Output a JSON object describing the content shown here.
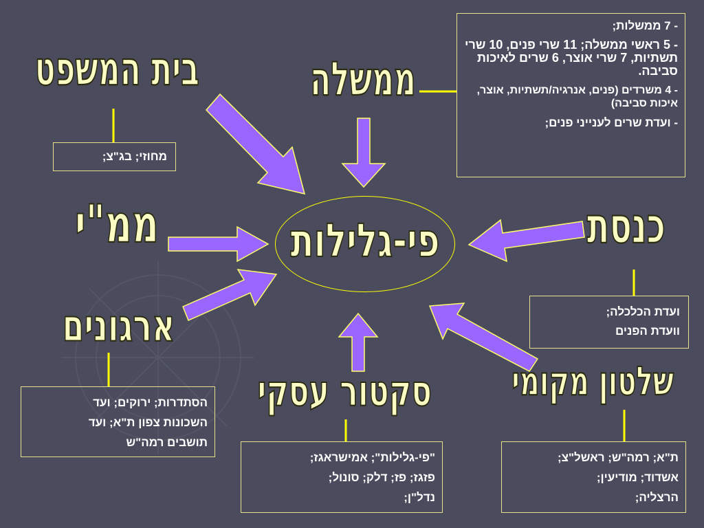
{
  "center": {
    "title": "פי-גלילות"
  },
  "nodes": {
    "government": {
      "title": "ממשלה",
      "items": [
        "- 7 ממשלות;",
        "- 5 ראשי ממשלה;  11 שרי פנים, 10 שרי תשתיות, 7 שרי אוצר, 6 שרים לאיכות סביבה.",
        "- 4 משרדים (פנים, אנרגיה/תשתיות, אוצר, איכות סביבה)",
        "- ועדת שרים לענייני פנים;"
      ]
    },
    "court": {
      "title": "בית המשפט",
      "box": "מחוזי; בג\"צ;"
    },
    "mmy": {
      "title": "ממ\"י"
    },
    "knesset": {
      "title": "כנסת",
      "box_lines": [
        "ועדת הכלכלה;",
        "וועדת הפנים"
      ]
    },
    "organizations": {
      "title": "ארגונים",
      "box_lines": [
        "הסתדרות; ירוקים; ועד",
        "השכונות צפון ת\"א; ועד",
        "תושבים רמה\"ש"
      ]
    },
    "business": {
      "title": "סקטור עסקי",
      "box_lines": [
        "\"פי-גלילות\"; אמישראגז;",
        "פזגז; פז; דלק; סונול;",
        "נדל\"ן;"
      ]
    },
    "local": {
      "title": "שלטון מקומי",
      "box_lines": [
        "ת\"א; רמה\"ש; ראשל\"צ;",
        "אשדוד; מודיעין;",
        "הרצליה;"
      ]
    }
  },
  "colors": {
    "background": "#4a4c5e",
    "title_fill": "#fbfbc4",
    "connector": "#ffff00",
    "arrow_fill": "#9966ff",
    "arrow_stroke": "#ffff66",
    "box_border": "#e8e08a",
    "box_text": "#ffffff"
  }
}
